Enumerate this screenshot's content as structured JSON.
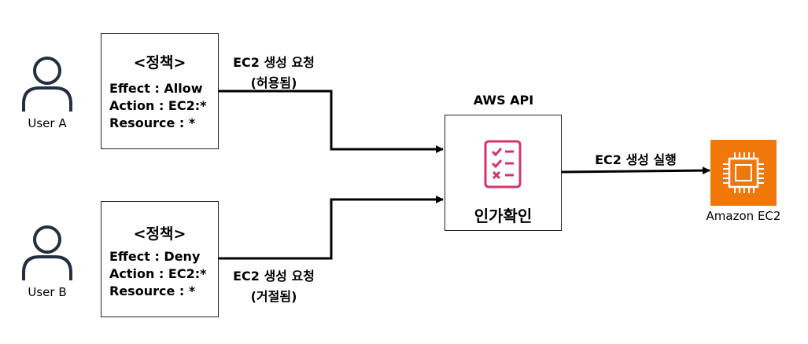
{
  "users": [
    {
      "label": "User A",
      "icon": "user-icon"
    },
    {
      "label": "User B",
      "icon": "user-icon"
    }
  ],
  "policies": [
    {
      "title": "<정책>",
      "effect": "Effect : Allow",
      "action": "Action : EC2:*",
      "resource": "Resource : *"
    },
    {
      "title": "<정책>",
      "effect": "Effect : Deny",
      "action": "Action : EC2:*",
      "resource": "Resource : *"
    }
  ],
  "edges": {
    "request_allowed_line1": "EC2 생성 요청",
    "request_allowed_line2": "(허용됨)",
    "request_denied_line1": "EC2 생성 요청",
    "request_denied_line2": "(거절됨)",
    "execute": "EC2 생성 실행"
  },
  "api": {
    "title": "AWS API",
    "check_label": "인가확인",
    "icon": "checklist-icon",
    "icon_color": "#d6336c"
  },
  "ec2": {
    "label": "Amazon EC2",
    "icon": "ec2-chip-icon",
    "color": "#f0780a"
  }
}
